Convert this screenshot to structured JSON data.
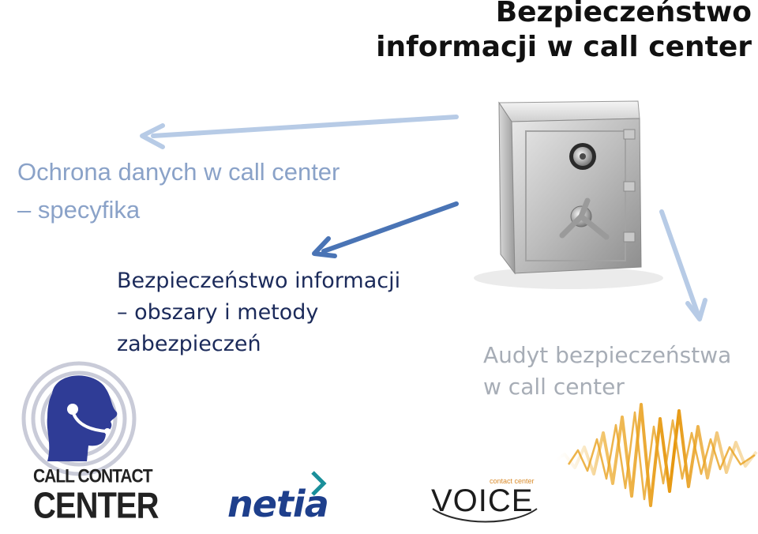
{
  "title": {
    "line1": "Bezpieczeństwo",
    "line2": "informacji w call center"
  },
  "topics": [
    {
      "line1": "Ochrona danych w call center",
      "line2": "– specyfika"
    },
    {
      "line1": "Bezpieczeństwo informacji",
      "line2": "– obszary i metody",
      "line3": "zabezpieczeń"
    },
    {
      "line1": "Audyt bezpieczeństwa",
      "line2": "w call center"
    }
  ],
  "logos": {
    "call_contact_center": {
      "line1": "CALL CONTACT",
      "line2": "CENTER"
    },
    "netia": "netia",
    "voice": {
      "small": "contact center",
      "main": "VOICE"
    }
  },
  "colors": {
    "arrow_light": "#b7cbe6",
    "arrow_dark": "#4a74b5",
    "logo_blue": "#2f3c96",
    "wave_orange": "#e9a11e",
    "divider": "#e3a43a"
  }
}
